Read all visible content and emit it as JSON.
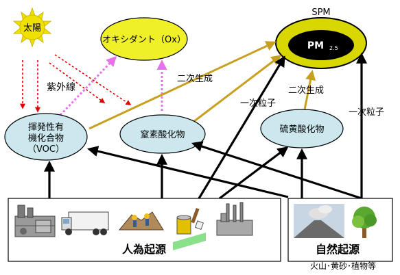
{
  "sun": {
    "label": "太陽"
  },
  "oxidant": {
    "label": "オキシダント（Ox）"
  },
  "spm": {
    "title": "SPM",
    "pm_main": "PM",
    "pm_sub": "2.5"
  },
  "voc": {
    "line1": "揮発性有",
    "line2": "機化合物",
    "line3": "（VOC）"
  },
  "nox": {
    "label": "窒素酸化物"
  },
  "sox": {
    "label": "硫黄酸化物"
  },
  "labels": {
    "uv": "紫外線",
    "secondary_left": "二次生成",
    "secondary_right": "二次生成",
    "primary_mid": "一次粒子",
    "primary_right": "一次粒子"
  },
  "sources": {
    "human": {
      "label": "人為起源",
      "icons": [
        "factory-icon",
        "truck-icon",
        "construction-icon",
        "paint-can-icon",
        "power-plant-icon"
      ]
    },
    "natural": {
      "label": "自然起源",
      "caption": "火山･黄砂･植物等",
      "icons": [
        "volcano-icon",
        "tree-icon"
      ]
    }
  },
  "colors": {
    "sun": "#f0e000",
    "oxidant": "#f0f028",
    "spm_outer": "#d8d800",
    "spm_inner": "#000000",
    "node": "#cce8ee",
    "uv_arrow": "#e00000",
    "pink_arrow": "#e870e8",
    "gold_arrow": "#c8a020"
  }
}
